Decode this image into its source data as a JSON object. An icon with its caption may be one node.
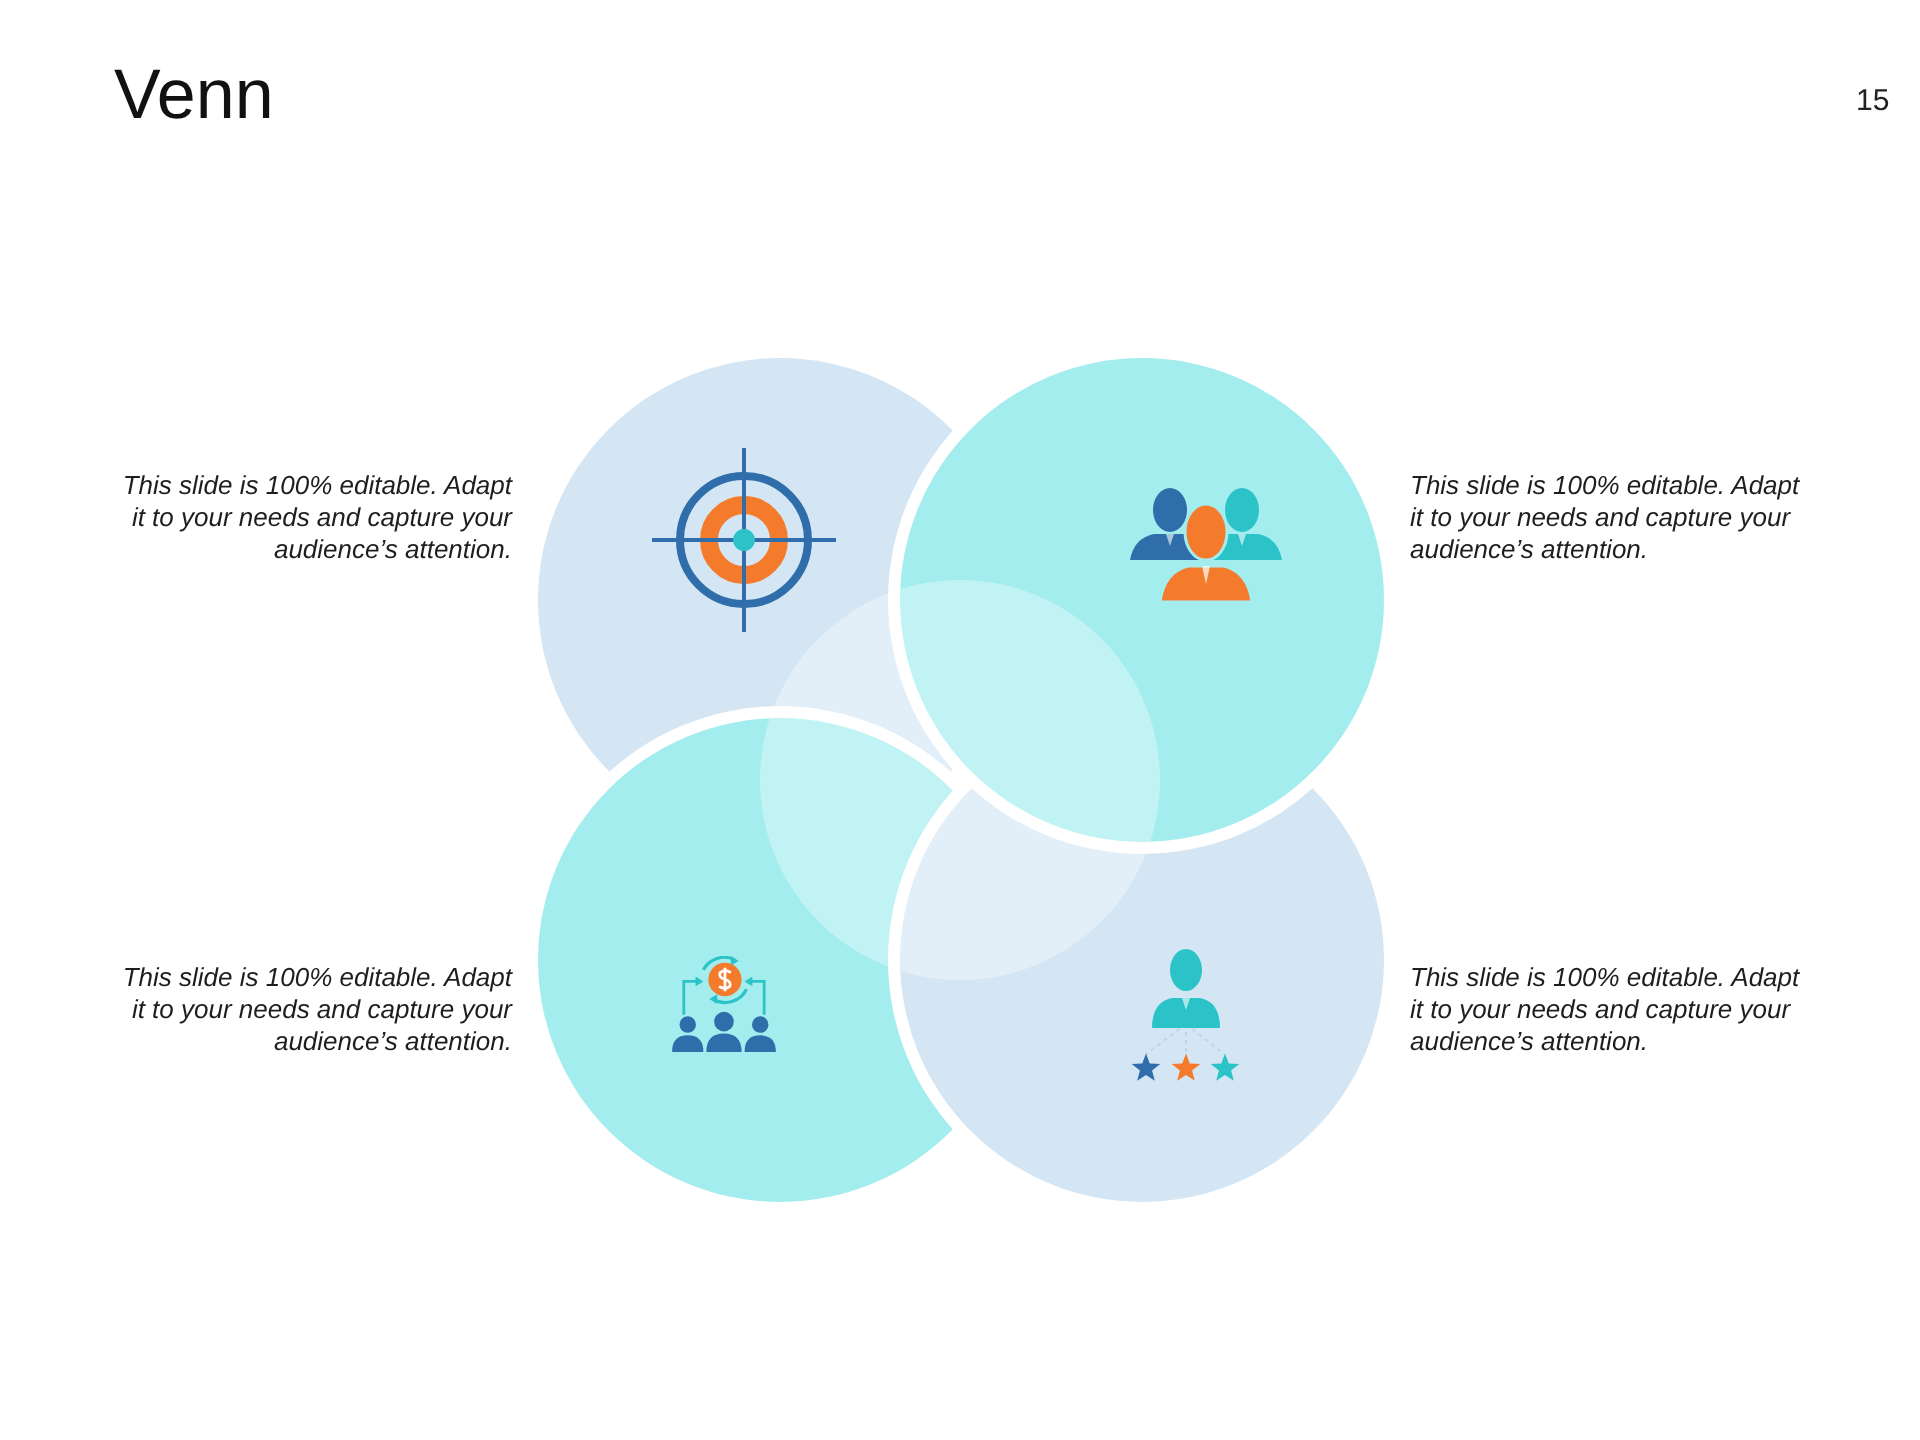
{
  "diagram": {
    "title": "Venn",
    "nodes": [
      {
        "text": [],
        "shape": "circle",
        "beside": [
          "This slide is 100% editable. Adapt it to your needs and capture your audience’s attention."
        ]
      },
      {
        "text": [],
        "shape": "circle",
        "beside": [
          "This slide is 100% editable. Adapt it to your needs and capture your audience’s attention."
        ]
      },
      {
        "text": [],
        "shape": "circle",
        "beside": [
          "This slide is 100% editable. Adapt it to your needs and capture your audience’s attention."
        ]
      },
      {
        "text": [],
        "shape": "circle",
        "beside": [
          "This slide is 100% editable. Adapt it to your needs and capture your audience’s attention."
        ]
      },
      {
        "text": [],
        "shape": "circle"
      }
    ],
    "labels": [
      "15"
    ]
  }
}
